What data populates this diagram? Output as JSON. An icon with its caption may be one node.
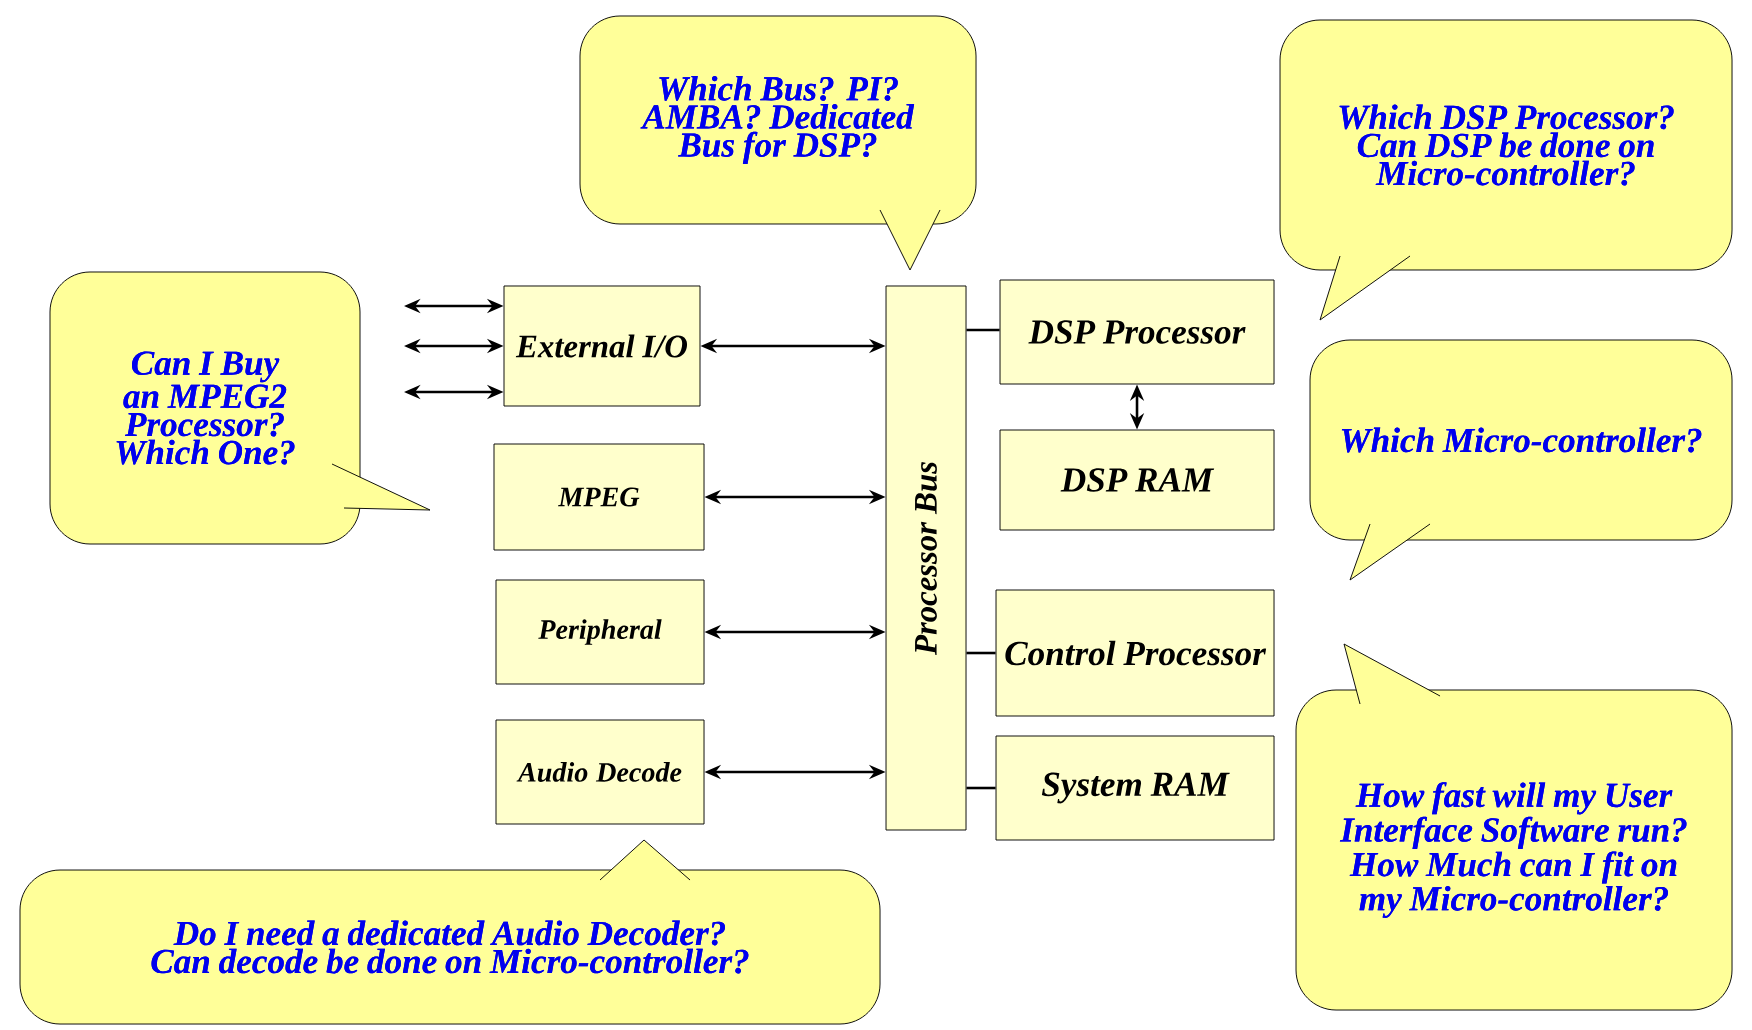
{
  "diagram": {
    "nodes": [
      {
        "text": [
          "Which Bus?  PI? AMBA? Dedicated Bus for DSP?"
        ]
      },
      {
        "text": [
          "Which DSP Processor? Can DSP be done on Micro-controller?"
        ]
      },
      {
        "text": [
          "Can I Buy an MPEG2 Processor? Which One?"
        ]
      },
      {
        "text": [
          "Which Micro-controller?"
        ]
      },
      {
        "text": [
          "External I/O"
        ]
      },
      {
        "text": [
          "MPEG"
        ]
      },
      {
        "text": [
          "Peripheral"
        ]
      },
      {
        "text": [
          "Audio Decode"
        ]
      },
      {
        "text": [
          "Processor Bus"
        ]
      },
      {
        "text": [
          "DSP Processor"
        ]
      },
      {
        "text": [
          "DSP RAM"
        ]
      },
      {
        "text": [
          "Control Processor"
        ]
      },
      {
        "text": [
          "System RAM"
        ]
      },
      {
        "text": [
          "How fast will my User Interface Software run?  How Much can I fit on my Micro-controller?"
        ]
      },
      {
        "text": [
          "Do I need a dedicated Audio Decoder? Can decode be done on Micro-controller?"
        ]
      }
    ],
    "edges": [
      {
        "from": null,
        "to": 4,
        "arrow": "both"
      },
      {
        "from": null,
        "to": 4,
        "arrow": "both"
      },
      {
        "from": null,
        "to": 4,
        "arrow": "both"
      },
      {
        "from": 4,
        "to": 8,
        "arrow": "both"
      },
      {
        "from": 5,
        "to": 8,
        "arrow": "both"
      },
      {
        "from": 6,
        "to": 8,
        "arrow": "both"
      },
      {
        "from": 7,
        "to": 8,
        "arrow": "both"
      },
      {
        "from": 8,
        "to": 9,
        "arrow": "none"
      },
      {
        "from": 9,
        "to": 10,
        "arrow": "both"
      },
      {
        "from": 8,
        "to": 11,
        "arrow": "none"
      },
      {
        "from": 8,
        "to": 12,
        "arrow": "none"
      }
    ]
  }
}
